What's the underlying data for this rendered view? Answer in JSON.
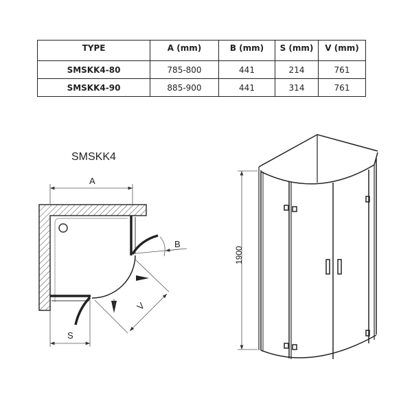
{
  "table": {
    "headers": [
      "TYPE",
      "A (mm)",
      "B (mm)",
      "S (mm)",
      "V (mm)"
    ],
    "rows": [
      [
        "SMSKK4-80",
        "785-800",
        "441",
        "214",
        "761"
      ],
      [
        "SMSKK4-90",
        "885-900",
        "441",
        "314",
        "761"
      ]
    ]
  },
  "plan": {
    "title": "SMSKK4",
    "labels": {
      "a": "A",
      "b": "B",
      "s": "S",
      "v": "V"
    }
  },
  "elevation": {
    "height_label": "1900"
  }
}
